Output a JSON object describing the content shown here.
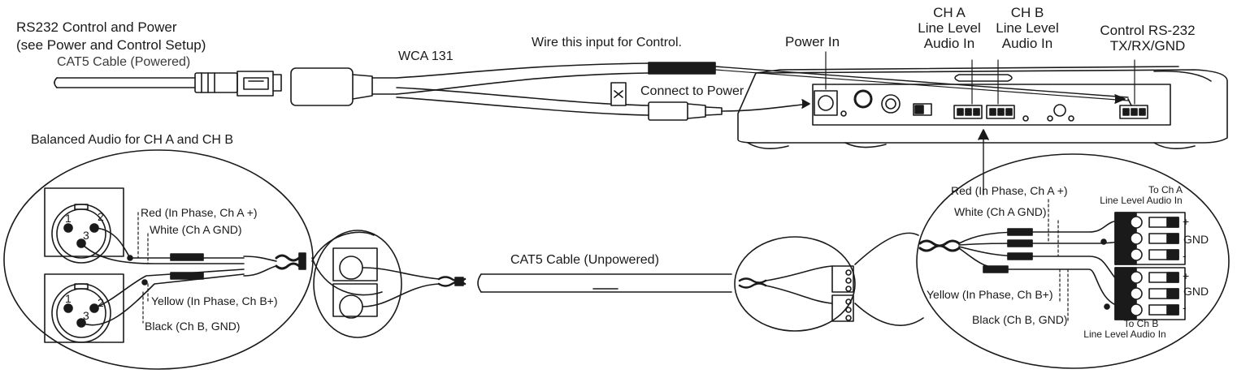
{
  "labels": {
    "rs232_power_line1": "RS232 Control and Power",
    "rs232_power_line2": "(see Power and Control Setup)",
    "cat5_powered": "CAT5 Cable (Powered)",
    "wca131": "WCA 131",
    "wire_input_control": "Wire this input for Control.",
    "connect_power": "Connect to Power",
    "power_in": "Power In",
    "ch_a": [
      "CH A",
      "Line Level",
      "Audio In"
    ],
    "ch_b": [
      "CH B",
      "Line Level",
      "Audio In"
    ],
    "control_rs232": [
      "Control RS-232",
      "TX/RX/GND"
    ],
    "balanced_audio": "Balanced Audio for CH A and CH B",
    "cat5_unpowered": "CAT5 Cable (Unpowered)",
    "left_detail": {
      "red": "Red (In Phase, Ch A +)",
      "white": "White (Ch A GND)",
      "yellow": "Yellow (In Phase, Ch B+)",
      "black": "Black (Ch B, GND)",
      "pin1": "1",
      "pin2": "2",
      "pin3": "3"
    },
    "right_detail": {
      "red": "Red (In Phase, Ch A +)",
      "white": "White (Ch A GND)",
      "yellow": "Yellow (In Phase, Ch B+)",
      "black": "Black (Ch B, GND)",
      "to_ch_a": [
        "To Ch A",
        "Line Level Audio In"
      ],
      "to_ch_b": [
        "To Ch B",
        "Line Level Audio In"
      ],
      "plus": "+",
      "gnd": "GND",
      "minus": "-"
    }
  }
}
